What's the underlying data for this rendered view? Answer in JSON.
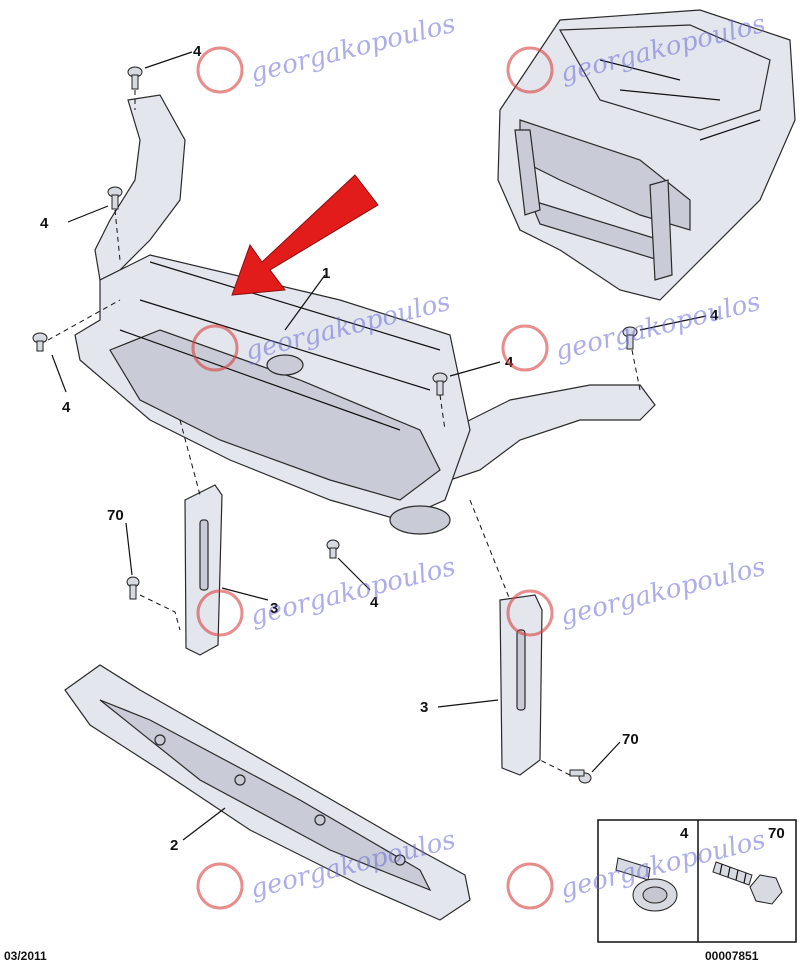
{
  "callouts": {
    "c1": "1",
    "c2": "2",
    "c3a": "3",
    "c3b": "3",
    "c4a": "4",
    "c4b": "4",
    "c4c": "4",
    "c4d": "4",
    "c4e": "4",
    "c4f": "4",
    "c70a": "70",
    "c70b": "70"
  },
  "legend": {
    "left_label": "4",
    "right_label": "70"
  },
  "footer": {
    "date": "03/2011",
    "ref": "00007851"
  },
  "watermark": {
    "text": "georgakopoulos",
    "color": "#6b6bd8",
    "logo_color": "#d94040"
  },
  "colors": {
    "arrow": "#e21b1b",
    "part_fill": "#e4e6ee",
    "outline": "#2a2a2a"
  },
  "icons": {
    "arrow": "red-pointer-arrow-icon",
    "logo": "georgakopoulos-logo-icon"
  }
}
